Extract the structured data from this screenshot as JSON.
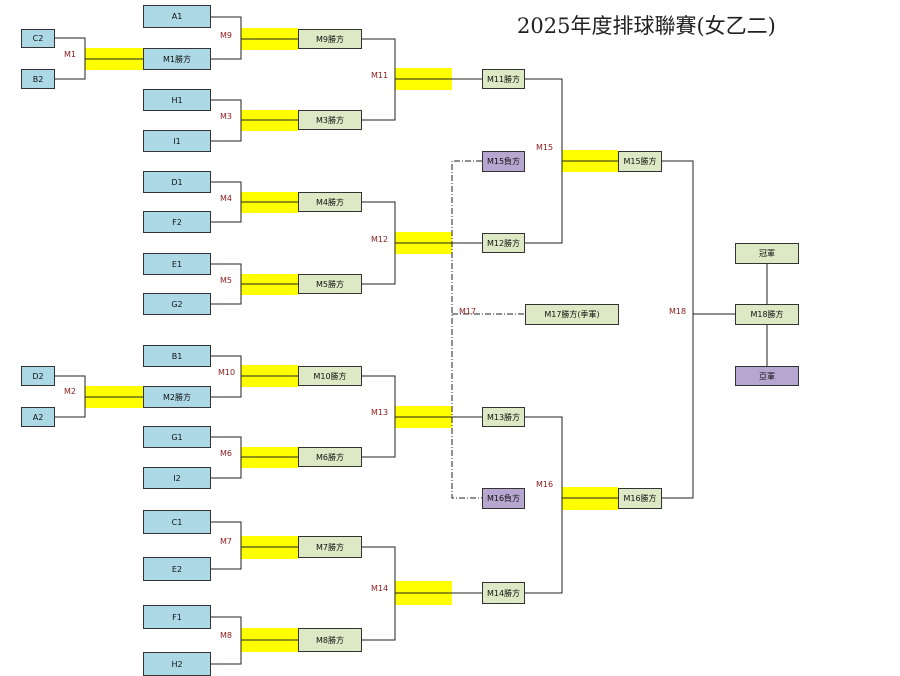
{
  "title": "2025年度排球聯賽(女乙二)",
  "colors": {
    "team": "#add8e6",
    "winner": "#dde8c4",
    "loser": "#b7a6cf",
    "highlight": "#ffff00",
    "label": "#8b1a1a"
  },
  "teams": {
    "C2": "C2",
    "B2": "B2",
    "D2": "D2",
    "A2": "A2",
    "A1": "A1",
    "H1": "H1",
    "I1": "I1",
    "D1": "D1",
    "F2": "F2",
    "E1": "E1",
    "G2": "G2",
    "B1": "B1",
    "G1": "G1",
    "I2": "I2",
    "C1": "C1",
    "E2": "E2",
    "F1": "F1",
    "H2": "H2"
  },
  "matches": {
    "M1": "M1",
    "M2": "M2",
    "M3": "M3",
    "M4": "M4",
    "M5": "M5",
    "M6": "M6",
    "M7": "M7",
    "M8": "M8",
    "M9": "M9",
    "M10": "M10",
    "M11": "M11",
    "M12": "M12",
    "M13": "M13",
    "M14": "M14",
    "M15": "M15",
    "M16": "M16",
    "M17": "M17",
    "M18": "M18"
  },
  "results": {
    "M1w": "M1勝方",
    "M2w": "M2勝方",
    "M3w": "M3勝方",
    "M4w": "M4勝方",
    "M5w": "M5勝方",
    "M6w": "M6勝方",
    "M7w": "M7勝方",
    "M8w": "M8勝方",
    "M9w": "M9勝方",
    "M10w": "M10勝方",
    "M11w": "M11勝方",
    "M12w": "M12勝方",
    "M13w": "M13勝方",
    "M14w": "M14勝方",
    "M15w": "M15勝方",
    "M16w": "M16勝方",
    "M15l": "M15負方",
    "M16l": "M16負方",
    "M17w": "M17勝方(季軍)",
    "M18w": "M18勝方",
    "champion": "冠軍",
    "runnerup": "亞軍"
  }
}
